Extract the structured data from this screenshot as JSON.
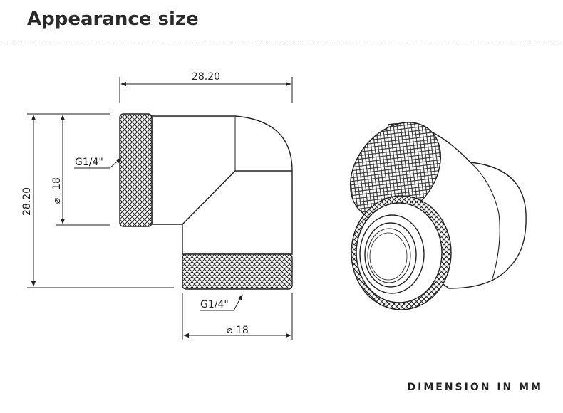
{
  "header": {
    "title": "Appearance size"
  },
  "drawing": {
    "top_width": "28.20",
    "left_height": "28.20",
    "diameter_left": "18",
    "diameter_bottom": "18",
    "thread_left": "G1/4\"",
    "thread_bottom": "G1/4\"",
    "diameter_symbol": "⌀"
  },
  "footer": {
    "note": "DIMENSION IN MM"
  }
}
